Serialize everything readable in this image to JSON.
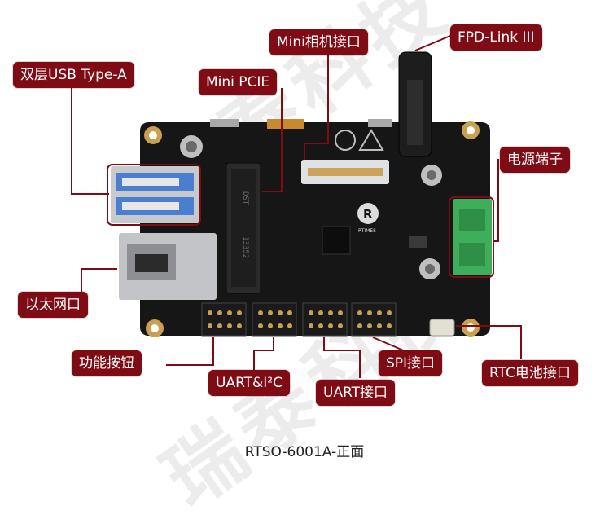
{
  "watermark": {
    "text": "瑞泰科技"
  },
  "logo": {
    "letter": "R",
    "text": "RTIMES"
  },
  "board": {
    "slot_mark": "DST",
    "slot_mark2": "13352"
  },
  "labels": {
    "usb": "双层USB Type-A",
    "mini_pcie": "Mini PCIE",
    "mini_camera": "Mini相机接口",
    "fpd_link": "FPD-Link III",
    "power": "电源端子",
    "ethernet": "以太网口",
    "func_buttons": "功能按钮",
    "uart_i2c": "UART&I²C",
    "uart": "UART接口",
    "spi": "SPI接口",
    "rtc": "RTC电池接口"
  },
  "caption": "RTSO-6001A-正面",
  "colors": {
    "label_bg": "#7f0c14",
    "pcb": "#151515",
    "power_terminal": "#3fae5a"
  }
}
